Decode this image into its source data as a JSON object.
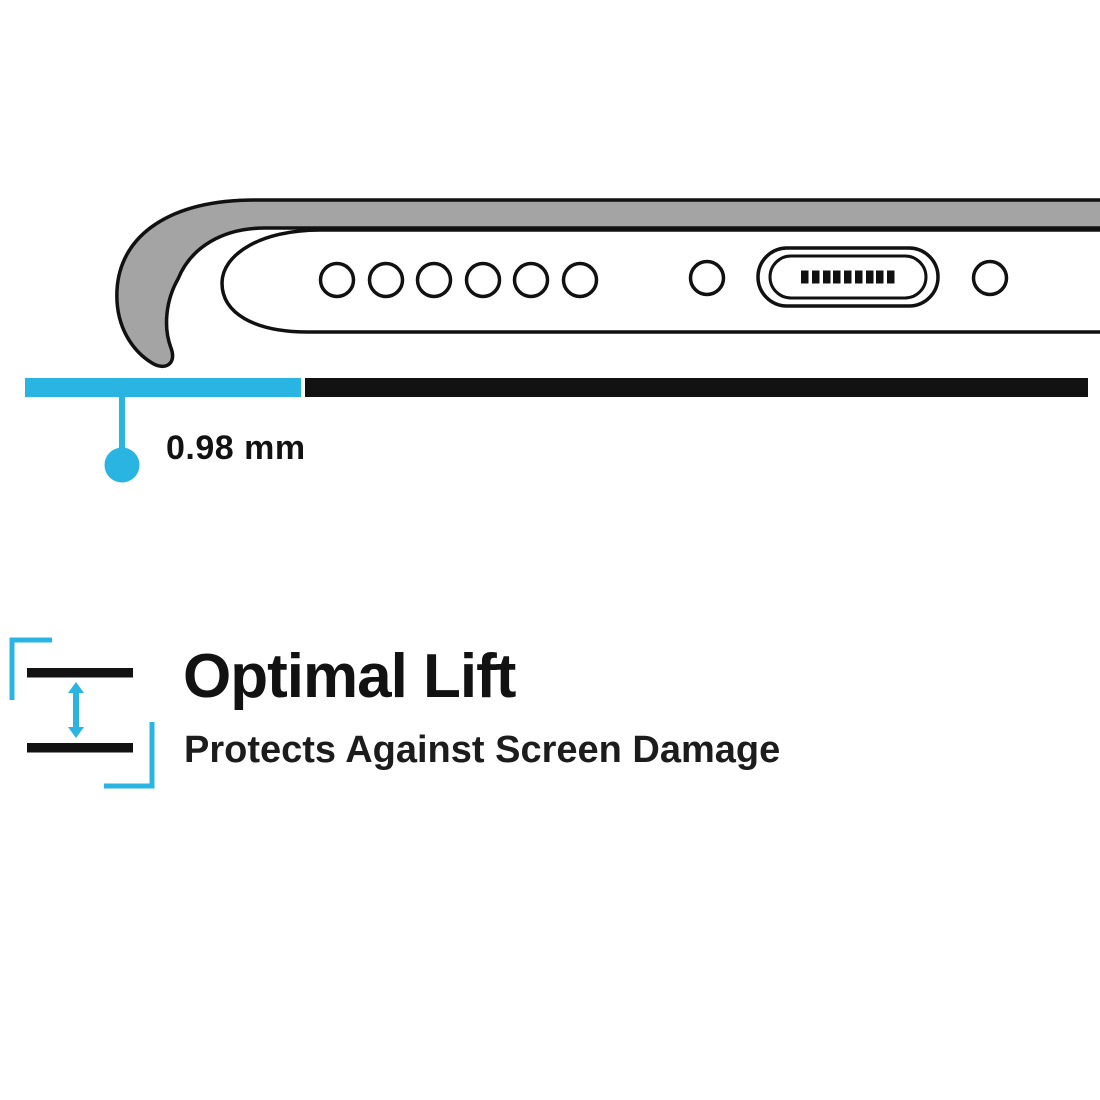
{
  "colors": {
    "accent": "#29B4E2",
    "ink": "#121212",
    "case_gray": "#A4A4A4",
    "phone_white": "#FFFFFF"
  },
  "diagram": {
    "name": "phone-case-bottom-edge-profile",
    "measurement_label": "0.98 mm"
  },
  "feature": {
    "title": "Optimal Lift",
    "subtitle": "Protects Against Screen Damage"
  },
  "icons": {
    "lift_gap_icon": "vertical-gap-double-arrow",
    "pointer_icon": "measurement-dot-pointer"
  }
}
